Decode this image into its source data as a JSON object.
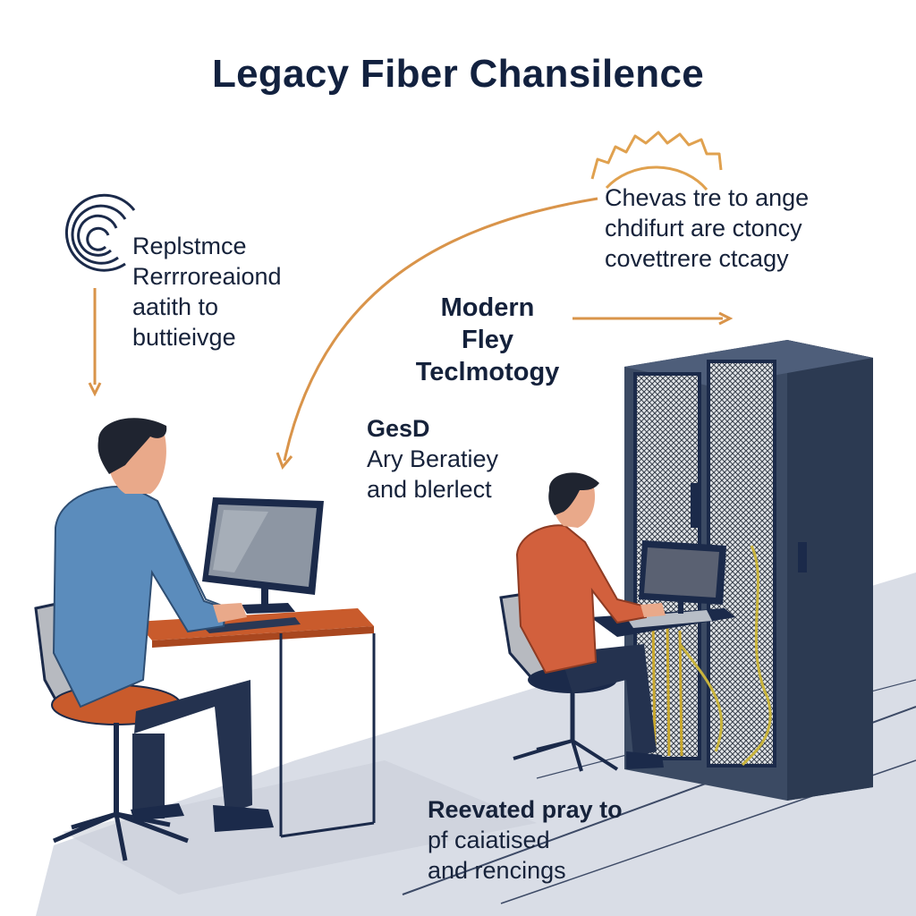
{
  "title": "Legacy Fiber Chansilence",
  "left_note": {
    "lines": [
      "Replstmce",
      "Rerrroreaiond",
      "aatith to",
      "buttieivge"
    ]
  },
  "right_note": {
    "lines": [
      "Chevas tre to ange",
      "chdifurt are ctoncy",
      "covettrere ctcagy"
    ]
  },
  "modern_heading": {
    "lines": [
      "Modern",
      "Fley",
      "Teclmotogy"
    ]
  },
  "mid_note": {
    "heading": "GesD",
    "lines": [
      "Ary Beratiey",
      "and blerlect"
    ]
  },
  "bottom_note": {
    "heading": "Reevated pray to",
    "lines": [
      "pf caiatised",
      "and rencings"
    ]
  },
  "colors": {
    "accent_orange": "#d9944a",
    "navy": "#1b2a4a",
    "shirt_blue": "#5b8cbc",
    "shirt_orange": "#d2603d",
    "desk_orange": "#c95b2c",
    "rack": "#3b4a63"
  },
  "icons": {
    "left": "signal-rings-icon",
    "right": "gear-icon"
  }
}
